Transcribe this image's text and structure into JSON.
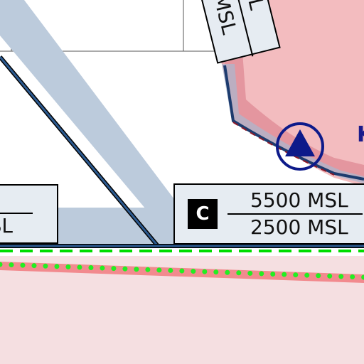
{
  "chart_labels": {
    "main_label": {
      "class_letter": "C",
      "upper": "5500 MSL",
      "lower": "2500 MSL"
    },
    "left_label": {
      "lower": "SL"
    },
    "top_label": {
      "upper": "SL",
      "lower": "MSL"
    },
    "edge_text": "K"
  },
  "colors": {
    "airspace_fill": "#f3bcbf",
    "airspace_border": "#1c3b6e",
    "shade_blue": "#bccbdc",
    "label_background": "#e6ecf2",
    "dashed_line": "#00dd00",
    "dotted_line": "#22ee22",
    "lower_area": "#f5dfe1",
    "symbol_color": "#0d1a8a"
  },
  "symbols": {
    "navaid": "triangle-navaid-icon"
  }
}
